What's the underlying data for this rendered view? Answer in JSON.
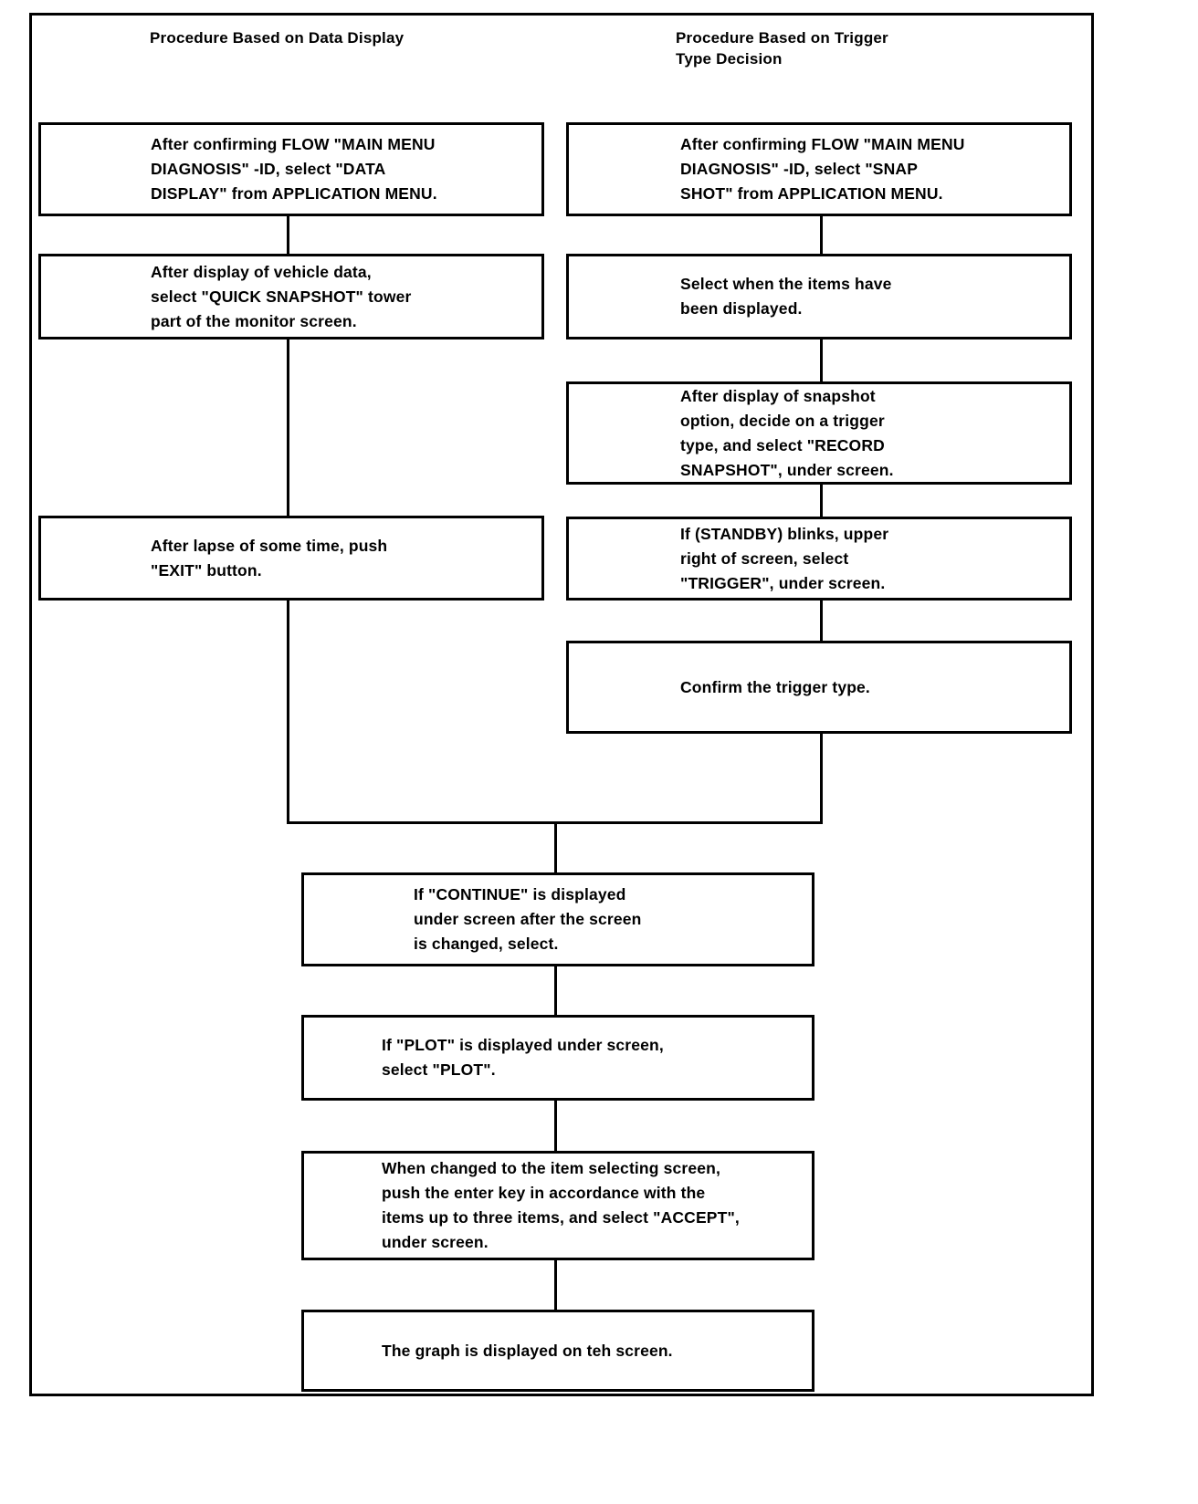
{
  "document": {
    "type": "flowchart",
    "orientation": "two-column-merging"
  },
  "headings": {
    "left": "Procedure Based on Data Display",
    "right": "Procedure Based on Trigger\nType Decision"
  },
  "left_column": {
    "steps": [
      {
        "id": "L1",
        "text": "After confirming FLOW \"MAIN MENU\nDIAGNOSIS\" -ID, select \"DATA\nDISPLAY\" from APPLICATION MENU."
      },
      {
        "id": "L2",
        "text": "After display of vehicle data,\nselect \"QUICK SNAPSHOT\" tower\npart of the monitor screen."
      },
      {
        "id": "L3",
        "text": "After lapse of some time, push\n\"EXIT\" button."
      }
    ]
  },
  "right_column": {
    "steps": [
      {
        "id": "R1",
        "text": "After confirming FLOW \"MAIN MENU\nDIAGNOSIS\" -ID, select \"SNAP\nSHOT\" from APPLICATION MENU."
      },
      {
        "id": "R2",
        "text": "Select when the items have\nbeen displayed."
      },
      {
        "id": "R3",
        "text": "After display of snapshot\noption, decide on a trigger\ntype, and select \"RECORD\nSNAPSHOT\", under screen."
      },
      {
        "id": "R4",
        "text": "If (STANDBY) blinks, upper\nright of screen, select\n\"TRIGGER\", under screen."
      },
      {
        "id": "R5",
        "text": "Confirm the trigger type."
      }
    ]
  },
  "merged_column": {
    "steps": [
      {
        "id": "M1",
        "text": "If \"CONTINUE\" is displayed\nunder screen after the screen\nis changed, select."
      },
      {
        "id": "M2",
        "text": "If \"PLOT\" is displayed under screen,\nselect \"PLOT\"."
      },
      {
        "id": "M3",
        "text": "When changed to the item selecting screen,\npush the enter key in accordance with the\nitems up to three items, and select \"ACCEPT\",\nunder screen."
      },
      {
        "id": "M4",
        "text": "The graph is displayed on teh screen."
      }
    ]
  },
  "colors": {
    "ink": "#000000",
    "paper": "#ffffff"
  }
}
